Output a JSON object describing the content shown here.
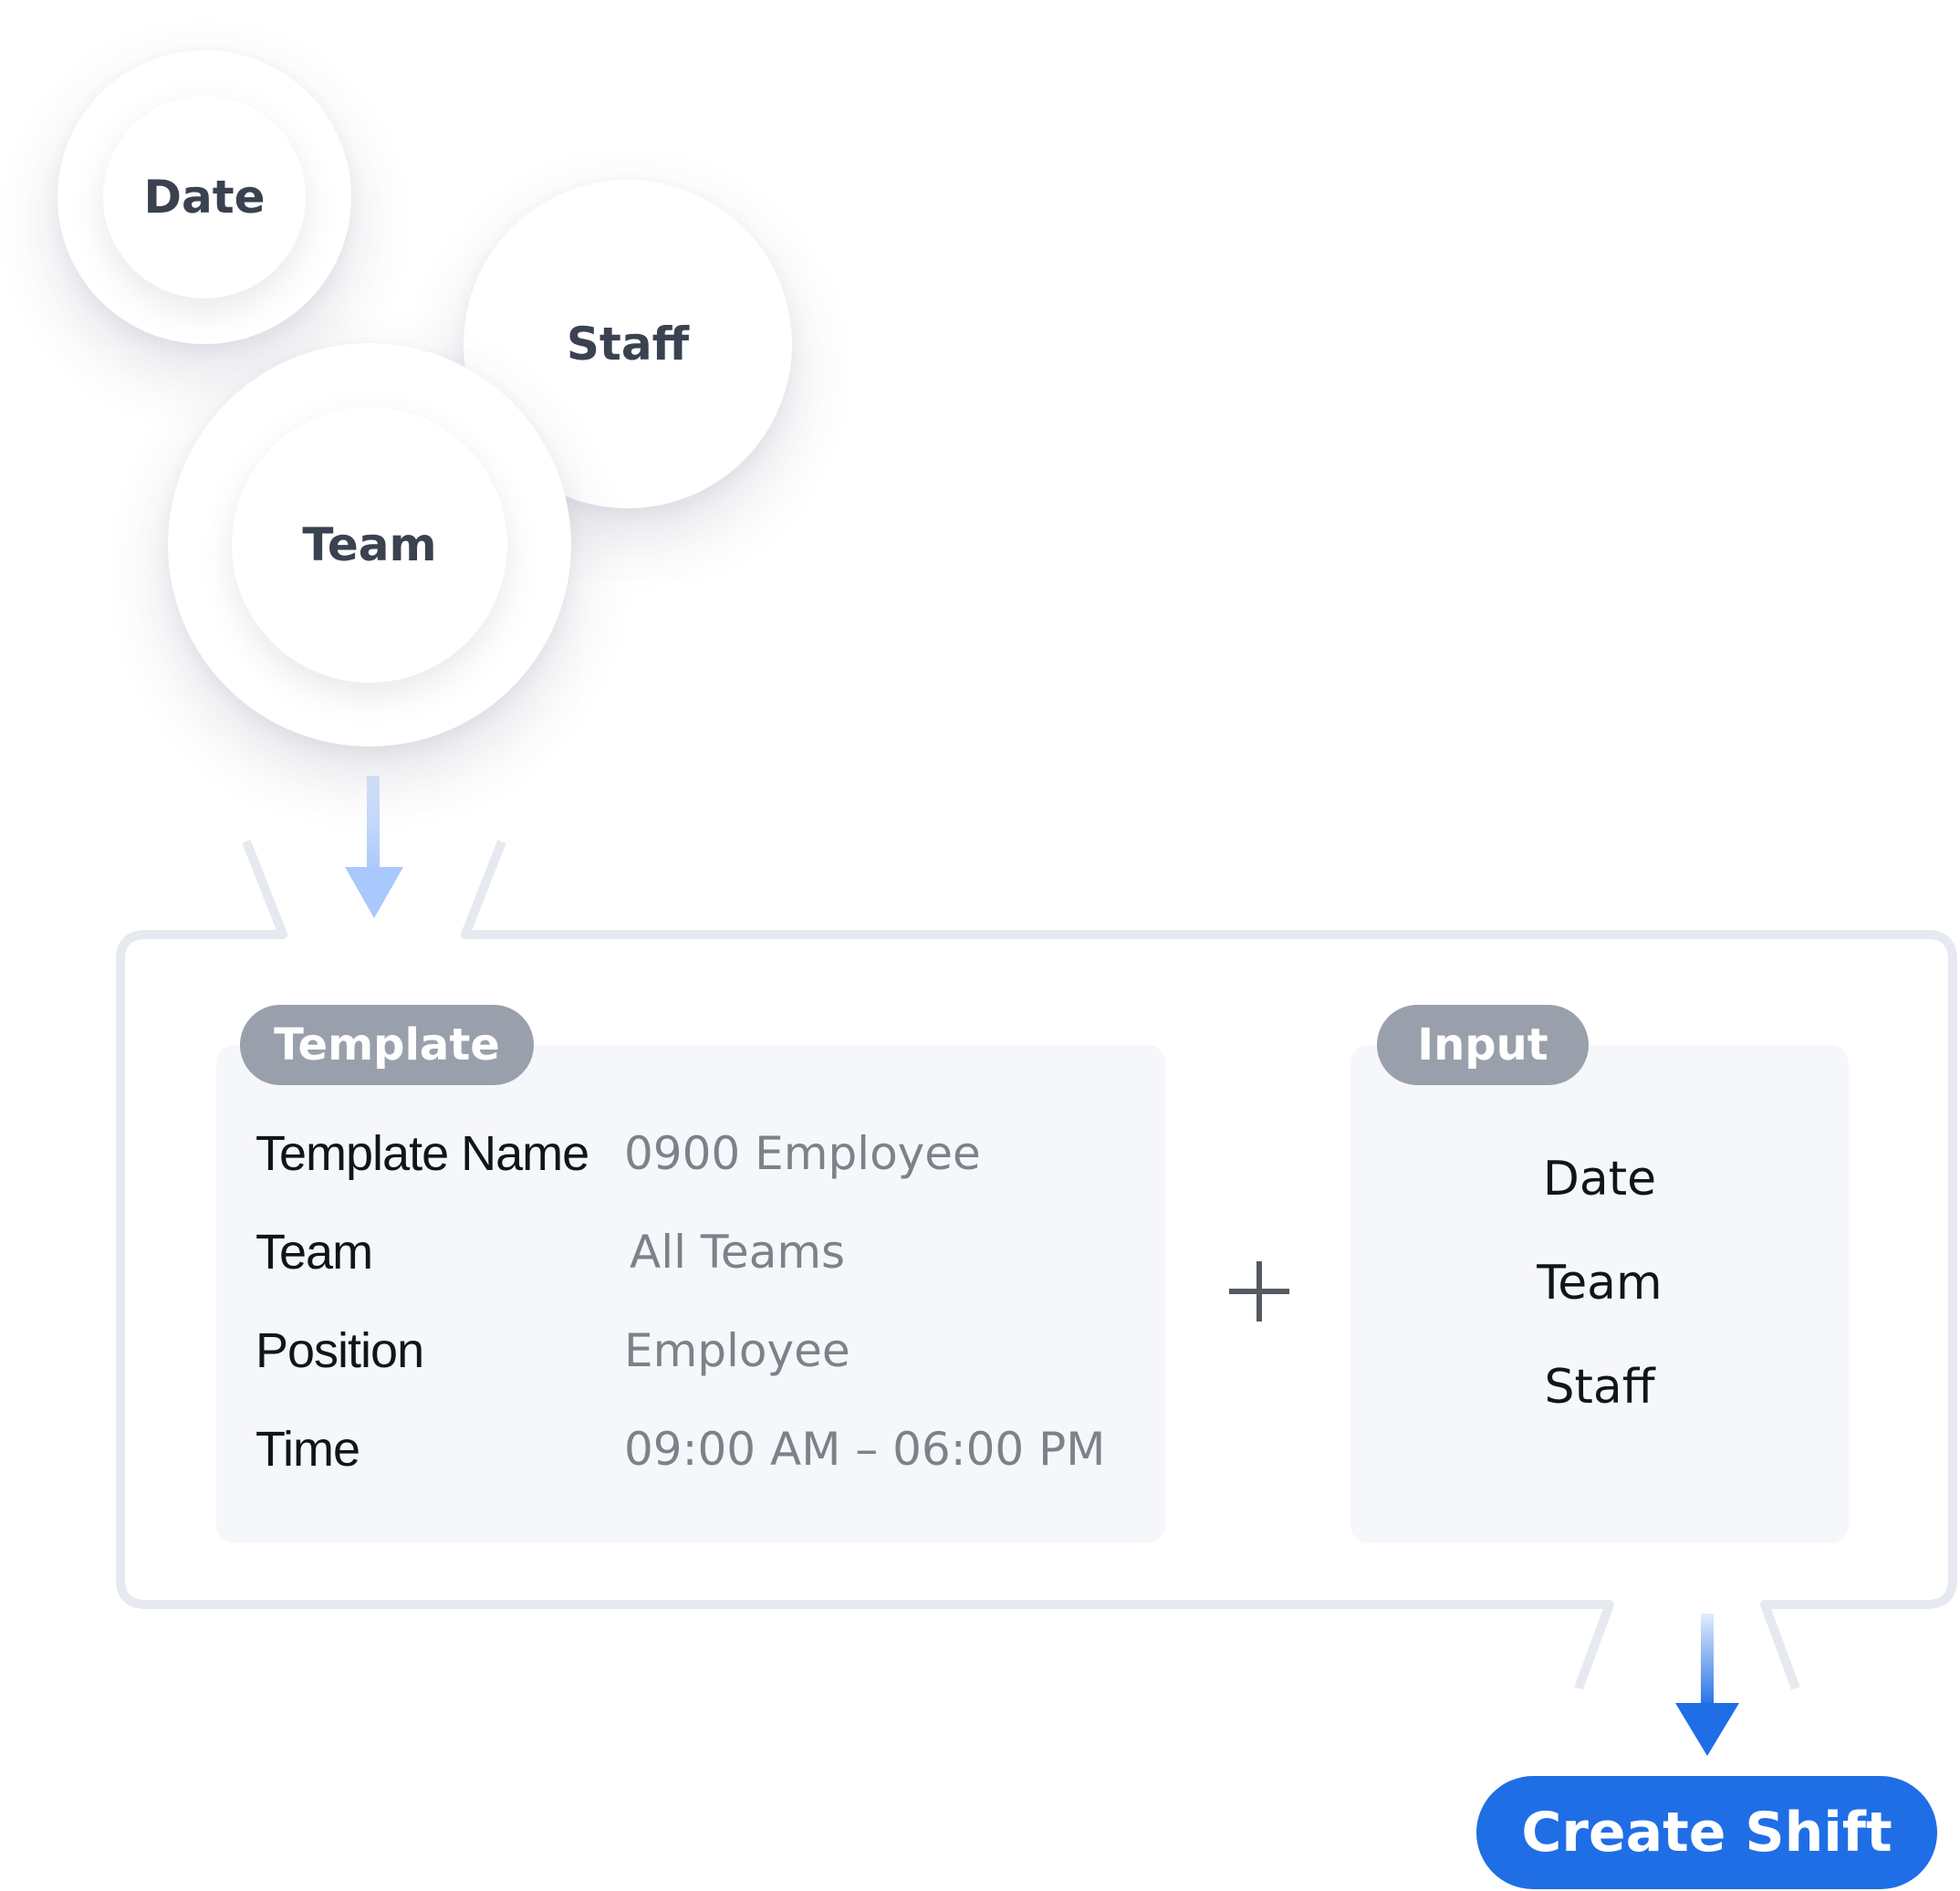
{
  "bubbles": {
    "date": "Date",
    "staff": "Staff",
    "team": "Team"
  },
  "template": {
    "label": "Template",
    "rows": [
      {
        "key": "Template Name",
        "value": "0900 Employee"
      },
      {
        "key": "Team",
        "value": "All Teams"
      },
      {
        "key": "Position",
        "value": "Employee"
      },
      {
        "key": "Time",
        "value": "09:00 AM – 06:00 PM"
      }
    ]
  },
  "input": {
    "label": "Input",
    "items": [
      "Date",
      "Team",
      "Staff"
    ]
  },
  "button": {
    "label": "Create Shift"
  },
  "colors": {
    "primary": "#1f6ee5",
    "light_arrow": "#a9c8fb",
    "pill": "#9aa0ab",
    "panel": "#f5f7fb",
    "frame": "#e6e9ef"
  },
  "icons": {
    "plus": "plus-icon",
    "arrow_in": "arrow-down-icon",
    "arrow_out": "arrow-down-icon"
  }
}
